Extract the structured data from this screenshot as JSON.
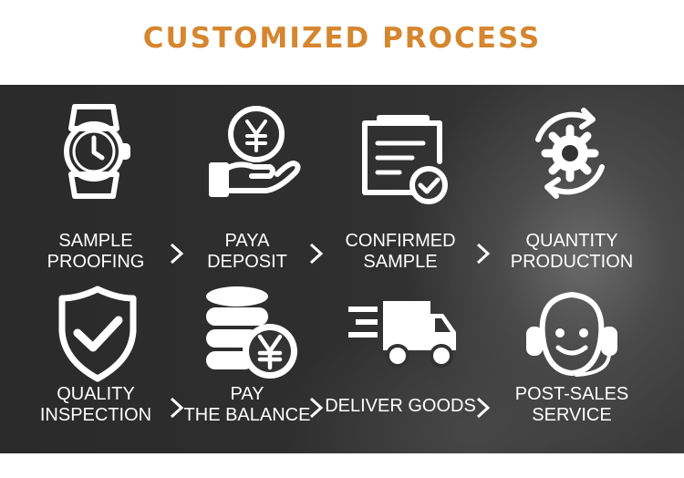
{
  "title": {
    "text": "CUSTOMIZED PROCESS",
    "color": "#d5862e"
  },
  "steps": [
    {
      "line1": "SAMPLE",
      "line2": "PROOFING",
      "icon": "watch-icon"
    },
    {
      "line1": "PAYA",
      "line2": "DEPOSIT",
      "icon": "yen-coin-hand-icon"
    },
    {
      "line1": "CONFIRMED",
      "line2": "SAMPLE",
      "icon": "clipboard-check-icon"
    },
    {
      "line1": "QUANTITY",
      "line2": "PRODUCTION",
      "icon": "gear-cycle-icon"
    },
    {
      "line1": "QUALITY",
      "line2": "INSPECTION",
      "icon": "shield-check-icon"
    },
    {
      "line1": "PAY",
      "line2": "THE BALANCE",
      "icon": "coin-stack-yen-icon"
    },
    {
      "line1": "DELIVER GOODS",
      "line2": "",
      "icon": "delivery-truck-icon"
    },
    {
      "line1": "POST-SALES",
      "line2": "SERVICE",
      "icon": "headset-smile-icon"
    }
  ],
  "arrow_icon": "chevron-right-icon",
  "colors": {
    "panel": "#2e2e2e",
    "icon": "#ffffff",
    "text": "#ffffff"
  }
}
